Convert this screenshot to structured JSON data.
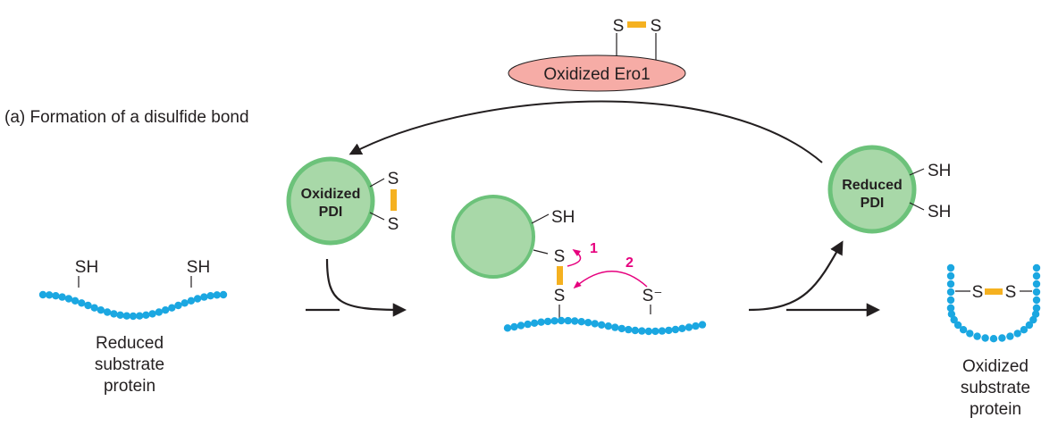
{
  "panel_label": "(a)  Formation of a disulfide bond",
  "ero1": {
    "label": "Oxidized Ero1",
    "s_left": "S",
    "s_right": "S"
  },
  "oxidized_pdi": {
    "line1": "Oxidized",
    "line2": "PDI",
    "s_top": "S",
    "s_bottom": "S"
  },
  "reduced_pdi": {
    "line1": "Reduced",
    "line2": "PDI",
    "sh_top": "SH",
    "sh_bottom": "SH"
  },
  "intermediate": {
    "sh": "SH",
    "s_pdi": "S",
    "s_substrate": "S",
    "s_minus": "S⁻",
    "step1": "1",
    "step2": "2"
  },
  "reduced_substrate": {
    "sh_left": "SH",
    "sh_right": "SH",
    "line1": "Reduced",
    "line2": "substrate",
    "line3": "protein"
  },
  "oxidized_substrate": {
    "s_left": "S",
    "s_right": "S",
    "line1": "Oxidized",
    "line2": "substrate",
    "line3": "protein"
  },
  "colors": {
    "pdi_fill": "#a8d8a8",
    "pdi_stroke": "#6cc27a",
    "ero1_fill": "#f6aca6",
    "bond": "#f5b120",
    "bead": "#1ba7e1",
    "arrow": "#231f20",
    "magenta": "#e6007e"
  }
}
